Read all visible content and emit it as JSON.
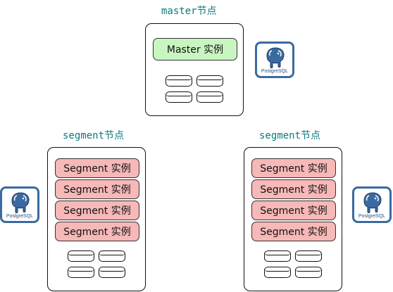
{
  "master": {
    "title": "master节点",
    "instances": [
      "Master 实例"
    ]
  },
  "segment_left": {
    "title": "segment节点",
    "instances": [
      "Segment 实例",
      "Segment 实例",
      "Segment 实例",
      "Segment 实例"
    ]
  },
  "segment_right": {
    "title": "segment节点",
    "instances": [
      "Segment 实例",
      "Segment 实例",
      "Segment 实例",
      "Segment 实例"
    ]
  },
  "logos": {
    "master": {
      "label": "PostgreSQL",
      "icon": "postgresql-elephant-icon"
    },
    "left": {
      "label": "PostgreSQL",
      "icon": "postgresql-elephant-icon"
    },
    "right": {
      "label": "PostgreSQL",
      "icon": "postgresql-elephant-icon"
    }
  },
  "colors": {
    "title": "#0a7a7a",
    "master_instance": "#c8f5c0",
    "segment_instance": "#f7b8b8",
    "logo_border": "#3a6aa0"
  }
}
